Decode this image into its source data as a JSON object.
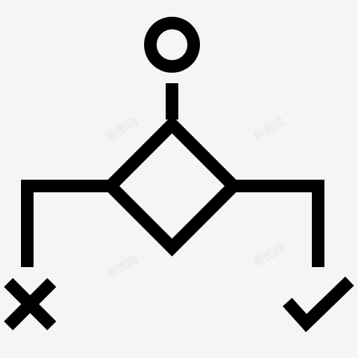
{
  "icon": {
    "name": "decision-flow-icon",
    "stroke_color": "#000000",
    "background_color": "#f5f5f5"
  },
  "nodes": {
    "start": {
      "shape": "circle"
    },
    "decision": {
      "shape": "diamond"
    },
    "no_outcome": {
      "shape": "x-mark"
    },
    "yes_outcome": {
      "shape": "check-mark"
    }
  },
  "watermark": {
    "text": "新图网",
    "color": "#e6e6e6"
  }
}
